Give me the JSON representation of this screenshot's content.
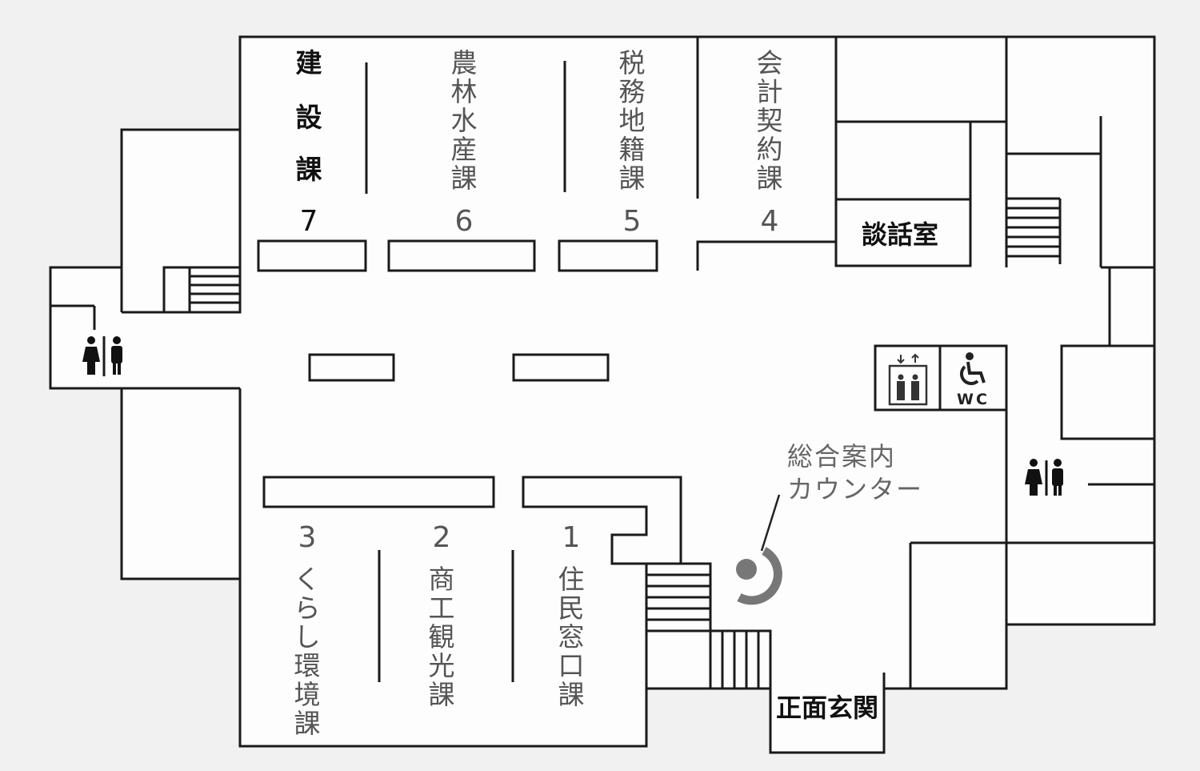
{
  "departments": [
    {
      "id": "7",
      "number": "7",
      "name": [
        "建",
        "設",
        "課"
      ]
    },
    {
      "id": "6",
      "number": "6",
      "name": [
        "農",
        "林",
        "水",
        "産",
        "課"
      ]
    },
    {
      "id": "5",
      "number": "5",
      "name": [
        "税",
        "務",
        "地",
        "籍",
        "課"
      ]
    },
    {
      "id": "4",
      "number": "4",
      "name": [
        "会",
        "計",
        "契",
        "約",
        "課"
      ]
    },
    {
      "id": "3",
      "number": "3",
      "name": [
        "く",
        "ら",
        "し",
        "環",
        "境",
        "課"
      ]
    },
    {
      "id": "2",
      "number": "2",
      "name": [
        "商",
        "工",
        "観",
        "光",
        "課"
      ]
    },
    {
      "id": "1",
      "number": "1",
      "name": [
        "住",
        "民",
        "窓",
        "口",
        "課"
      ]
    }
  ],
  "rooms": {
    "lounge": "談話室",
    "entrance": "正面玄関",
    "info_counter_line1": "総合案内",
    "info_counter_line2": "カウンター",
    "wc_label": "WC"
  },
  "icons": [
    "restroom-icon",
    "elevator-icon",
    "accessible-wc-icon",
    "info-counter-icon"
  ],
  "colors": {
    "wall": "#1a1a1a",
    "background": "#f1f1f1",
    "floor": "#fdfdfd",
    "label_gray": "#555555"
  }
}
